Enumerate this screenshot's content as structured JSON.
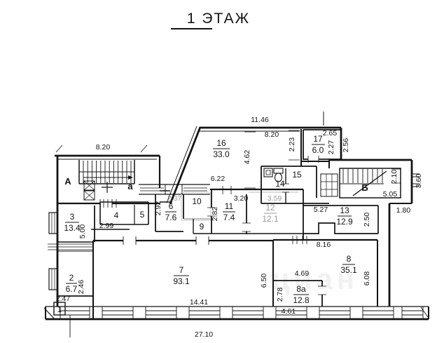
{
  "title": "1  ЭТАЖ",
  "watermark": "циан",
  "stairs": {
    "upper": "А",
    "lower": "а",
    "right": "Б"
  },
  "rooms": {
    "r1": {
      "num": "1"
    },
    "r2": {
      "num": "2",
      "area": "6.7"
    },
    "r3": {
      "num": "3",
      "area": "13.4"
    },
    "r4": {
      "num": "4"
    },
    "r5": {
      "num": "5"
    },
    "r6": {
      "num": "6",
      "area": "7.6"
    },
    "r7": {
      "num": "7",
      "area": "93.1"
    },
    "r8": {
      "num": "8",
      "area": "35.1"
    },
    "r8a": {
      "num": "8а",
      "area": "12.8"
    },
    "r9": {
      "num": "9"
    },
    "r10": {
      "num": "10"
    },
    "r11": {
      "num": "11",
      "area": "7.4"
    },
    "r12": {
      "num": "12",
      "area": "12.1"
    },
    "r13": {
      "num": "13",
      "area": "12.9"
    },
    "r14": {
      "num": "14"
    },
    "r15": {
      "num": "15"
    },
    "r16": {
      "num": "16",
      "area": "33.0"
    },
    "r17": {
      "num": "17",
      "area": "6.0"
    }
  },
  "dims": {
    "top_left_width": "8.20",
    "top_width": "11.46",
    "r16_top": "8.20",
    "r16_left_h": "4.62",
    "r16_bottom": "6.22",
    "r16_right_h": "2.23",
    "r17_top": "2.65",
    "r17_right_h": "2.27",
    "r17_out_right_h": "2.56",
    "passage": "2.37",
    "r6_left_h": "2.92",
    "r3_h": "5.00",
    "corridor_left": "2.99",
    "r11_top": "3.20",
    "r12_top": "3.59",
    "r11_left_h": "2.82",
    "r13_top": "5.27",
    "r13_right_h": "2.50",
    "stairB_right_h": "2.10",
    "stairB_bottom": "5.05",
    "stairB_out_h": "3.60",
    "step_right": "1.80",
    "r2_right_h": "2.46",
    "r1_top": "2.47",
    "r7_bottom": "14.41",
    "r7_right_h": "6.50",
    "r8_top": "8.16",
    "r8a_top": "4.69",
    "r8_right_h": "6.08",
    "r8a_left_h": "2.78",
    "r8a_bottom": "4.61",
    "total_bottom": "27.10"
  }
}
